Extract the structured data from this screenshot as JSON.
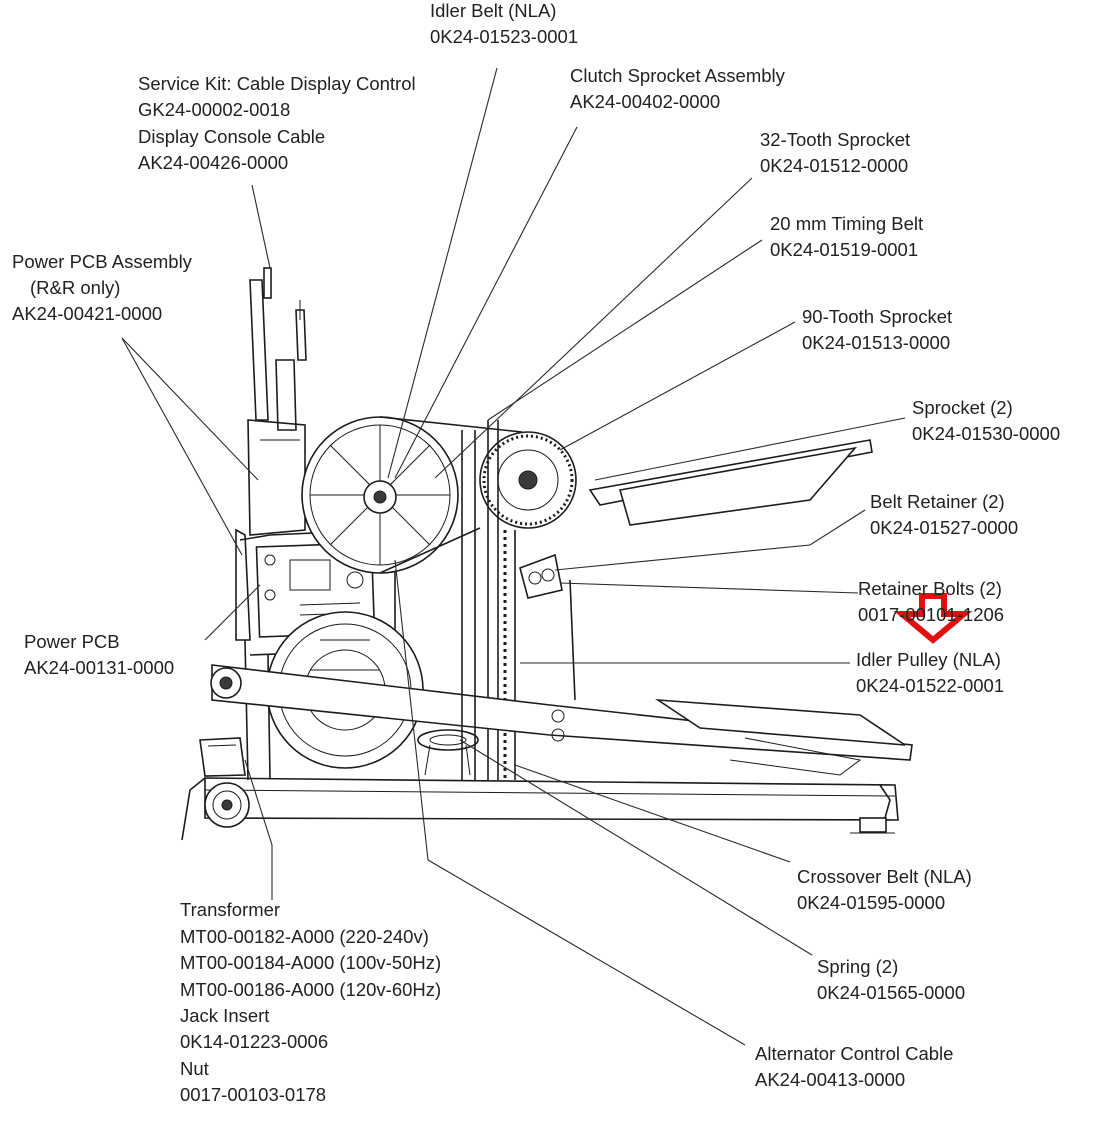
{
  "callouts": {
    "idler_belt": {
      "name": "Idler Belt (NLA)",
      "part": "0K24-01523-0001"
    },
    "service_kit": {
      "name": "Service Kit: Cable Display Control",
      "part": "GK24-00002-0018",
      "name2": "Display Console Cable",
      "part2": "AK24-00426-0000"
    },
    "clutch_sprocket": {
      "name": "Clutch Sprocket Assembly",
      "part": "AK24-00402-0000"
    },
    "sprocket_32": {
      "name": "32-Tooth Sprocket",
      "part": "0K24-01512-0000"
    },
    "timing_belt": {
      "name": "20 mm Timing Belt",
      "part": "0K24-01519-0001"
    },
    "power_pcb_assembly": {
      "name": "Power PCB Assembly",
      "note": "(R&R only)",
      "part": "AK24-00421-0000"
    },
    "sprocket_90": {
      "name": "90-Tooth Sprocket",
      "part": "0K24-01513-0000"
    },
    "sprocket_2": {
      "name": "Sprocket (2)",
      "part": "0K24-01530-0000"
    },
    "belt_retainer": {
      "name": "Belt Retainer (2)",
      "part": "0K24-01527-0000"
    },
    "retainer_bolts": {
      "name": "Retainer Bolts (2)",
      "part": "0017-00101-1206"
    },
    "power_pcb": {
      "name": "Power PCB",
      "part": "AK24-00131-0000"
    },
    "idler_pulley": {
      "name": "Idler Pulley (NLA)",
      "part": "0K24-01522-0001"
    },
    "crossover_belt": {
      "name": "Crossover Belt (NLA)",
      "part": "0K24-01595-0000"
    },
    "spring": {
      "name": "Spring (2)",
      "part": "0K24-01565-0000"
    },
    "transformer": {
      "name": "Transformer",
      "parts": [
        "MT00-00182-A000 (220-240v)",
        "MT00-00184-A000 (100v-50Hz)",
        "MT00-00186-A000 (120v-60Hz)"
      ],
      "jack_name": "Jack Insert",
      "jack_part": "0K14-01223-0006",
      "nut_name": "Nut",
      "nut_part": "0017-00103-0178"
    },
    "alternator_cable": {
      "name": "Alternator Control Cable",
      "part": "AK24-00413-0000"
    }
  },
  "highlight": {
    "arrow_icon": "down-arrow-icon",
    "color": "#e01010"
  }
}
